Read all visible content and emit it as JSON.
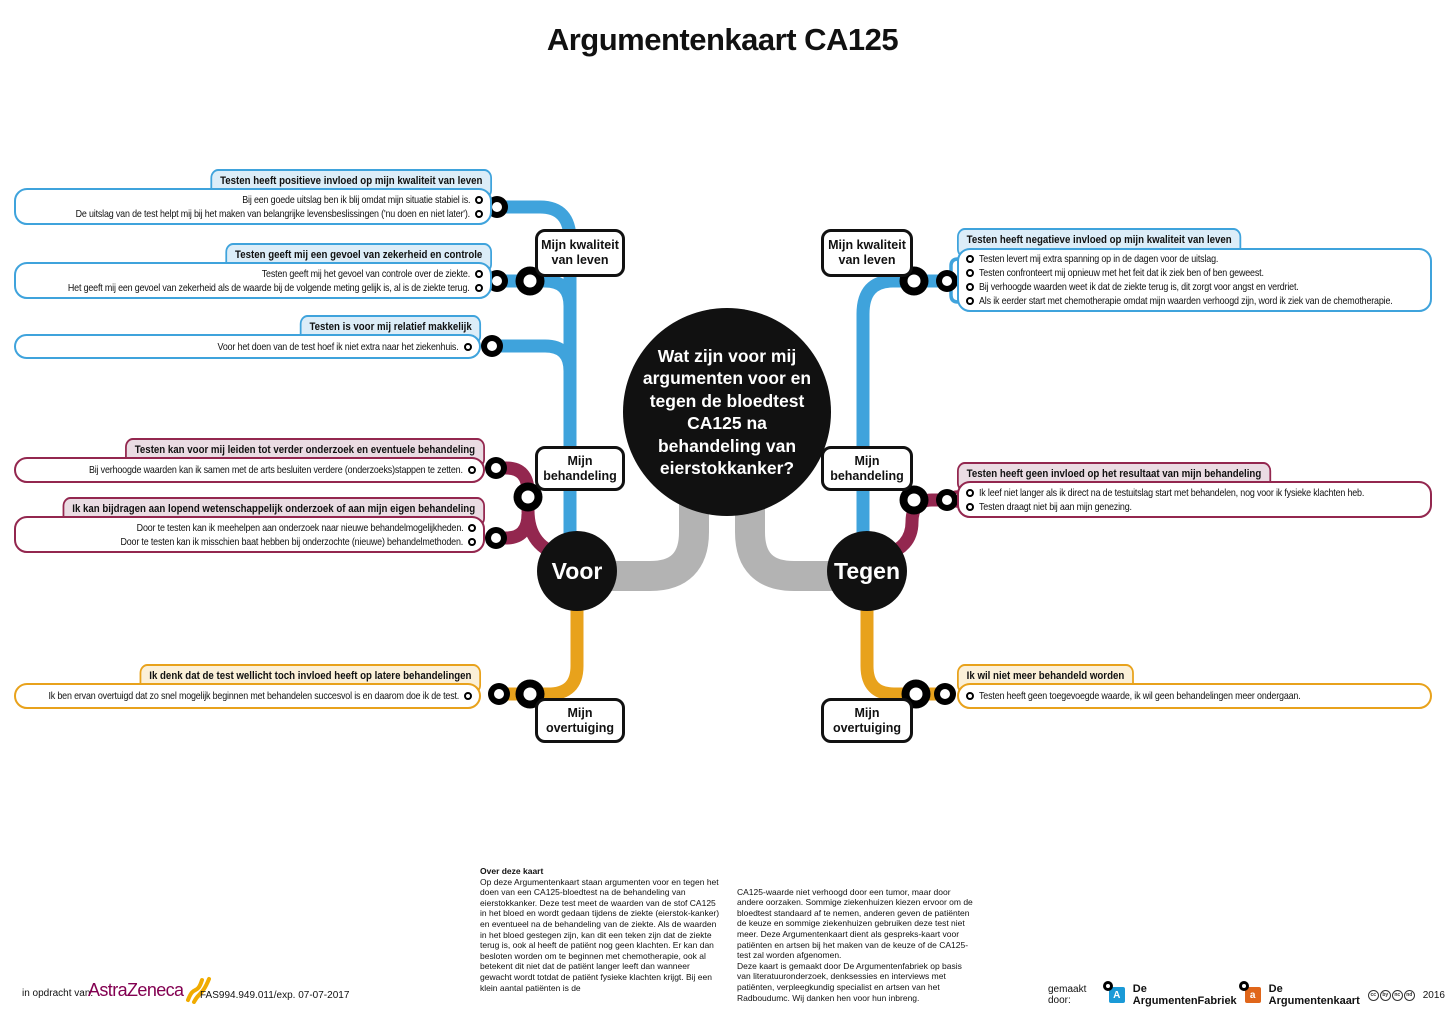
{
  "title": "Argumentenkaart CA125",
  "center_question": "Wat zijn voor mij argumenten voor en tegen de bloedtest CA125 na behandeling van eierstokkanker?",
  "colors": {
    "blue": "#3FA3DC",
    "maroon": "#93274F",
    "orange": "#E8A21C",
    "gray": "#B3B3B3",
    "black": "#111111"
  },
  "voor": {
    "node_label": "Voor",
    "branches": [
      {
        "label": "Mijn kwaliteit van leven",
        "color": "#3FA3DC",
        "groups": [
          {
            "header": "Testen heeft positieve invloed op mijn kwaliteit van leven",
            "args": [
              "Bij een goede uitslag ben ik blij omdat mijn situatie stabiel is.",
              "De uitslag van de test helpt mij bij het maken van belangrijke levensbeslissingen ('nu doen en niet later')."
            ]
          },
          {
            "header": "Testen geeft mij een gevoel van zekerheid en controle",
            "args": [
              "Testen geeft mij het gevoel van controle over de ziekte.",
              "Het geeft mij een gevoel van zekerheid als de waarde bij de volgende meting gelijk is, al is de ziekte terug."
            ]
          },
          {
            "header": "Testen is voor mij relatief makkelijk",
            "args": [
              "Voor het doen van de test hoef ik niet extra naar het ziekenhuis."
            ]
          }
        ]
      },
      {
        "label": "Mijn behandeling",
        "color": "#93274F",
        "groups": [
          {
            "header": "Testen kan voor mij leiden tot verder onderzoek en eventuele behandeling",
            "args": [
              "Bij verhoogde waarden kan ik samen met de arts besluiten verdere (onderzoeks)stappen te zetten."
            ]
          },
          {
            "header": "Ik kan bijdragen aan lopend wetenschappelijk onderzoek of aan mijn eigen behandeling",
            "args": [
              "Door te testen kan ik meehelpen aan onderzoek naar nieuwe behandelmogelijkheden.",
              "Door te testen kan ik misschien baat hebben bij onderzochte (nieuwe) behandelmethoden."
            ]
          }
        ]
      },
      {
        "label": "Mijn overtuiging",
        "color": "#E8A21C",
        "groups": [
          {
            "header": "Ik denk dat de test wellicht toch invloed heeft op latere behandelingen",
            "args": [
              "Ik ben ervan overtuigd dat zo snel mogelijk beginnen met behandelen succesvol is en daarom doe ik de test."
            ]
          }
        ]
      }
    ]
  },
  "tegen": {
    "node_label": "Tegen",
    "branches": [
      {
        "label": "Mijn kwaliteit van leven",
        "color": "#3FA3DC",
        "groups": [
          {
            "header": "Testen heeft negatieve invloed op mijn kwaliteit van leven",
            "args": [
              "Testen levert mij extra spanning op in de dagen voor de uitslag.",
              "Testen confronteert mij opnieuw met het feit dat ik ziek ben of ben geweest.",
              "Bij verhoogde waarden weet ik dat de ziekte terug is, dit zorgt voor angst en verdriet.",
              "Als ik eerder start met chemotherapie omdat mijn waarden verhoogd zijn, word ik ziek van de chemotherapie."
            ]
          }
        ]
      },
      {
        "label": "Mijn behandeling",
        "color": "#93274F",
        "groups": [
          {
            "header": "Testen heeft geen invloed op het resultaat van mijn behandeling",
            "args": [
              "Ik leef niet langer als ik direct na de testuitslag start met behandelen, nog voor ik fysieke klachten heb.",
              "Testen draagt niet bij aan mijn genezing."
            ]
          }
        ]
      },
      {
        "label": "Mijn overtuiging",
        "color": "#E8A21C",
        "groups": [
          {
            "header": "Ik wil niet meer behandeld worden",
            "args": [
              "Testen heeft geen toegevoegde waarde, ik wil geen behandelingen meer ondergaan."
            ]
          }
        ]
      }
    ]
  },
  "about": {
    "heading": "Over deze kaart",
    "col1": "Op deze Argumentenkaart staan argumenten voor en tegen het doen van een CA125-bloedtest na de behandeling van eierstokkanker. Deze test meet de waarden van de stof CA125 in het bloed en wordt gedaan tijdens de ziekte (eierstok-kanker) en eventueel na de behandeling van de ziekte. Als de waarden in het bloed gestegen zijn, kan dit een teken zijn dat de ziekte terug is, ook al heeft de patiënt nog geen klachten. Er kan dan besloten worden om te beginnen met chemotherapie, ook al betekent dit niet dat de patiënt langer leeft dan wanneer gewacht wordt totdat de patiënt fysieke klachten krijgt. Bij een klein aantal patiënten is de",
    "col2": "CA125-waarde niet verhoogd door een tumor, maar door andere oorzaken. Sommige ziekenhuizen kiezen ervoor om de bloedtest standaard af te nemen, anderen geven de patiënten de keuze en sommige ziekenhuizen gebruiken deze test niet meer. Deze Argumentenkaart dient als gespreks-kaart voor patiënten en artsen bij het maken van de keuze of de CA125-test zal worden afgenomen.\nDeze kaart is gemaakt door De Argumentenfabriek op basis van literatuuronderzoek, denksessies en interviews met patiënten, verpleegkundig specialist en artsen van het Radboudumc. Wij danken hen voor hun inbreng."
  },
  "footer": {
    "commissioned_label": "in opdracht van:",
    "astrazeneca_logo": "AstraZeneca",
    "code": "FAS994.949.011/exp. 07-07-2017",
    "made_by_label": "gemaakt door:",
    "fabriek_logo_letter": "A",
    "argumentenfabriek_label": "De ArgumentenFabriek",
    "kaart_logo_letter": "a",
    "argumentenkaart_label": "De Argumentenkaart",
    "license": [
      "cc",
      "by",
      "nc",
      "nd"
    ],
    "year": "2016"
  }
}
